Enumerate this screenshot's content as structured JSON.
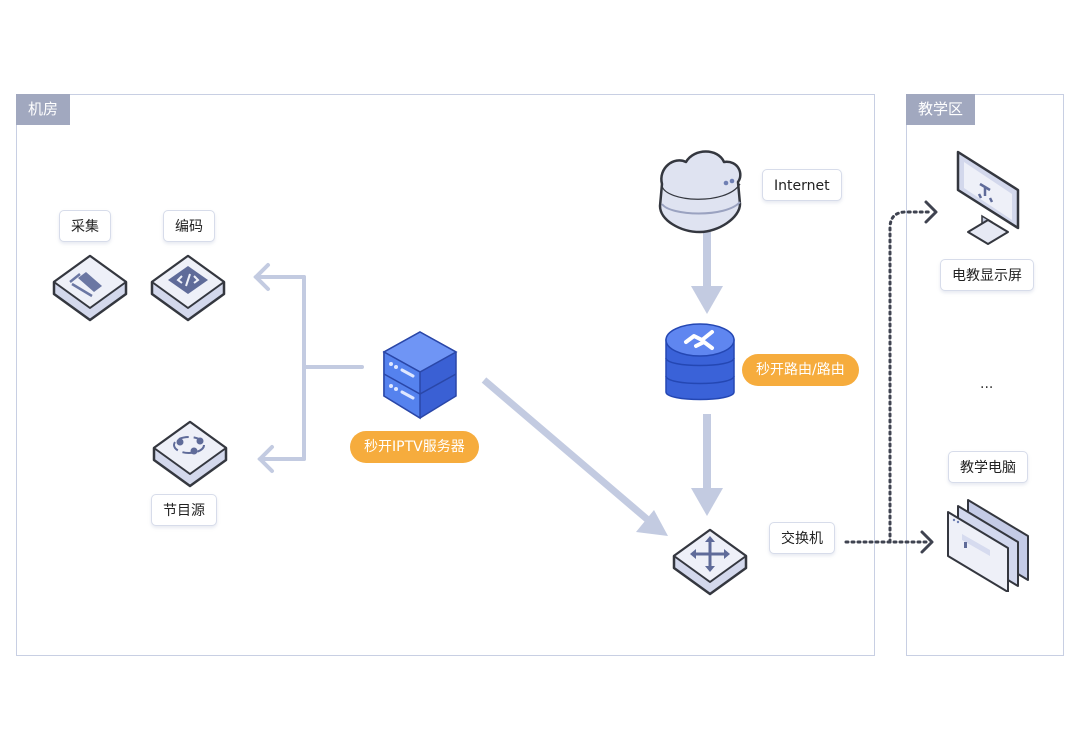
{
  "zones": {
    "machine_room": {
      "title": "机房"
    },
    "teaching_area": {
      "title": "教学区"
    }
  },
  "nodes": {
    "capture": {
      "label": "采集",
      "icon": "capture-card-icon"
    },
    "encode": {
      "label": "编码",
      "icon": "code-icon"
    },
    "program_source": {
      "label": "节目源",
      "icon": "share-nodes-icon"
    },
    "iptv_server": {
      "label": "秒开IPTV服务器",
      "icon": "server-stack-icon"
    },
    "internet": {
      "label": "Internet",
      "icon": "cloud-icon"
    },
    "router": {
      "label": "秒开路由/路由",
      "icon": "router-database-icon"
    },
    "switch": {
      "label": "交换机",
      "icon": "switch-arrows-icon"
    },
    "display": {
      "label": "电教显示屏",
      "icon": "monitor-icon"
    },
    "ellipsis": "...",
    "computers": {
      "label": "教学电脑",
      "icon": "computer-windows-icon"
    }
  },
  "colors": {
    "zone_border": "#c8cfe3",
    "zone_tag": "#a1a8bf",
    "arrow": "#c3cbe1",
    "accent_pill": "#f6ac3d",
    "server_blue": "#4f7df0",
    "dotted_link": "#3f4350"
  }
}
